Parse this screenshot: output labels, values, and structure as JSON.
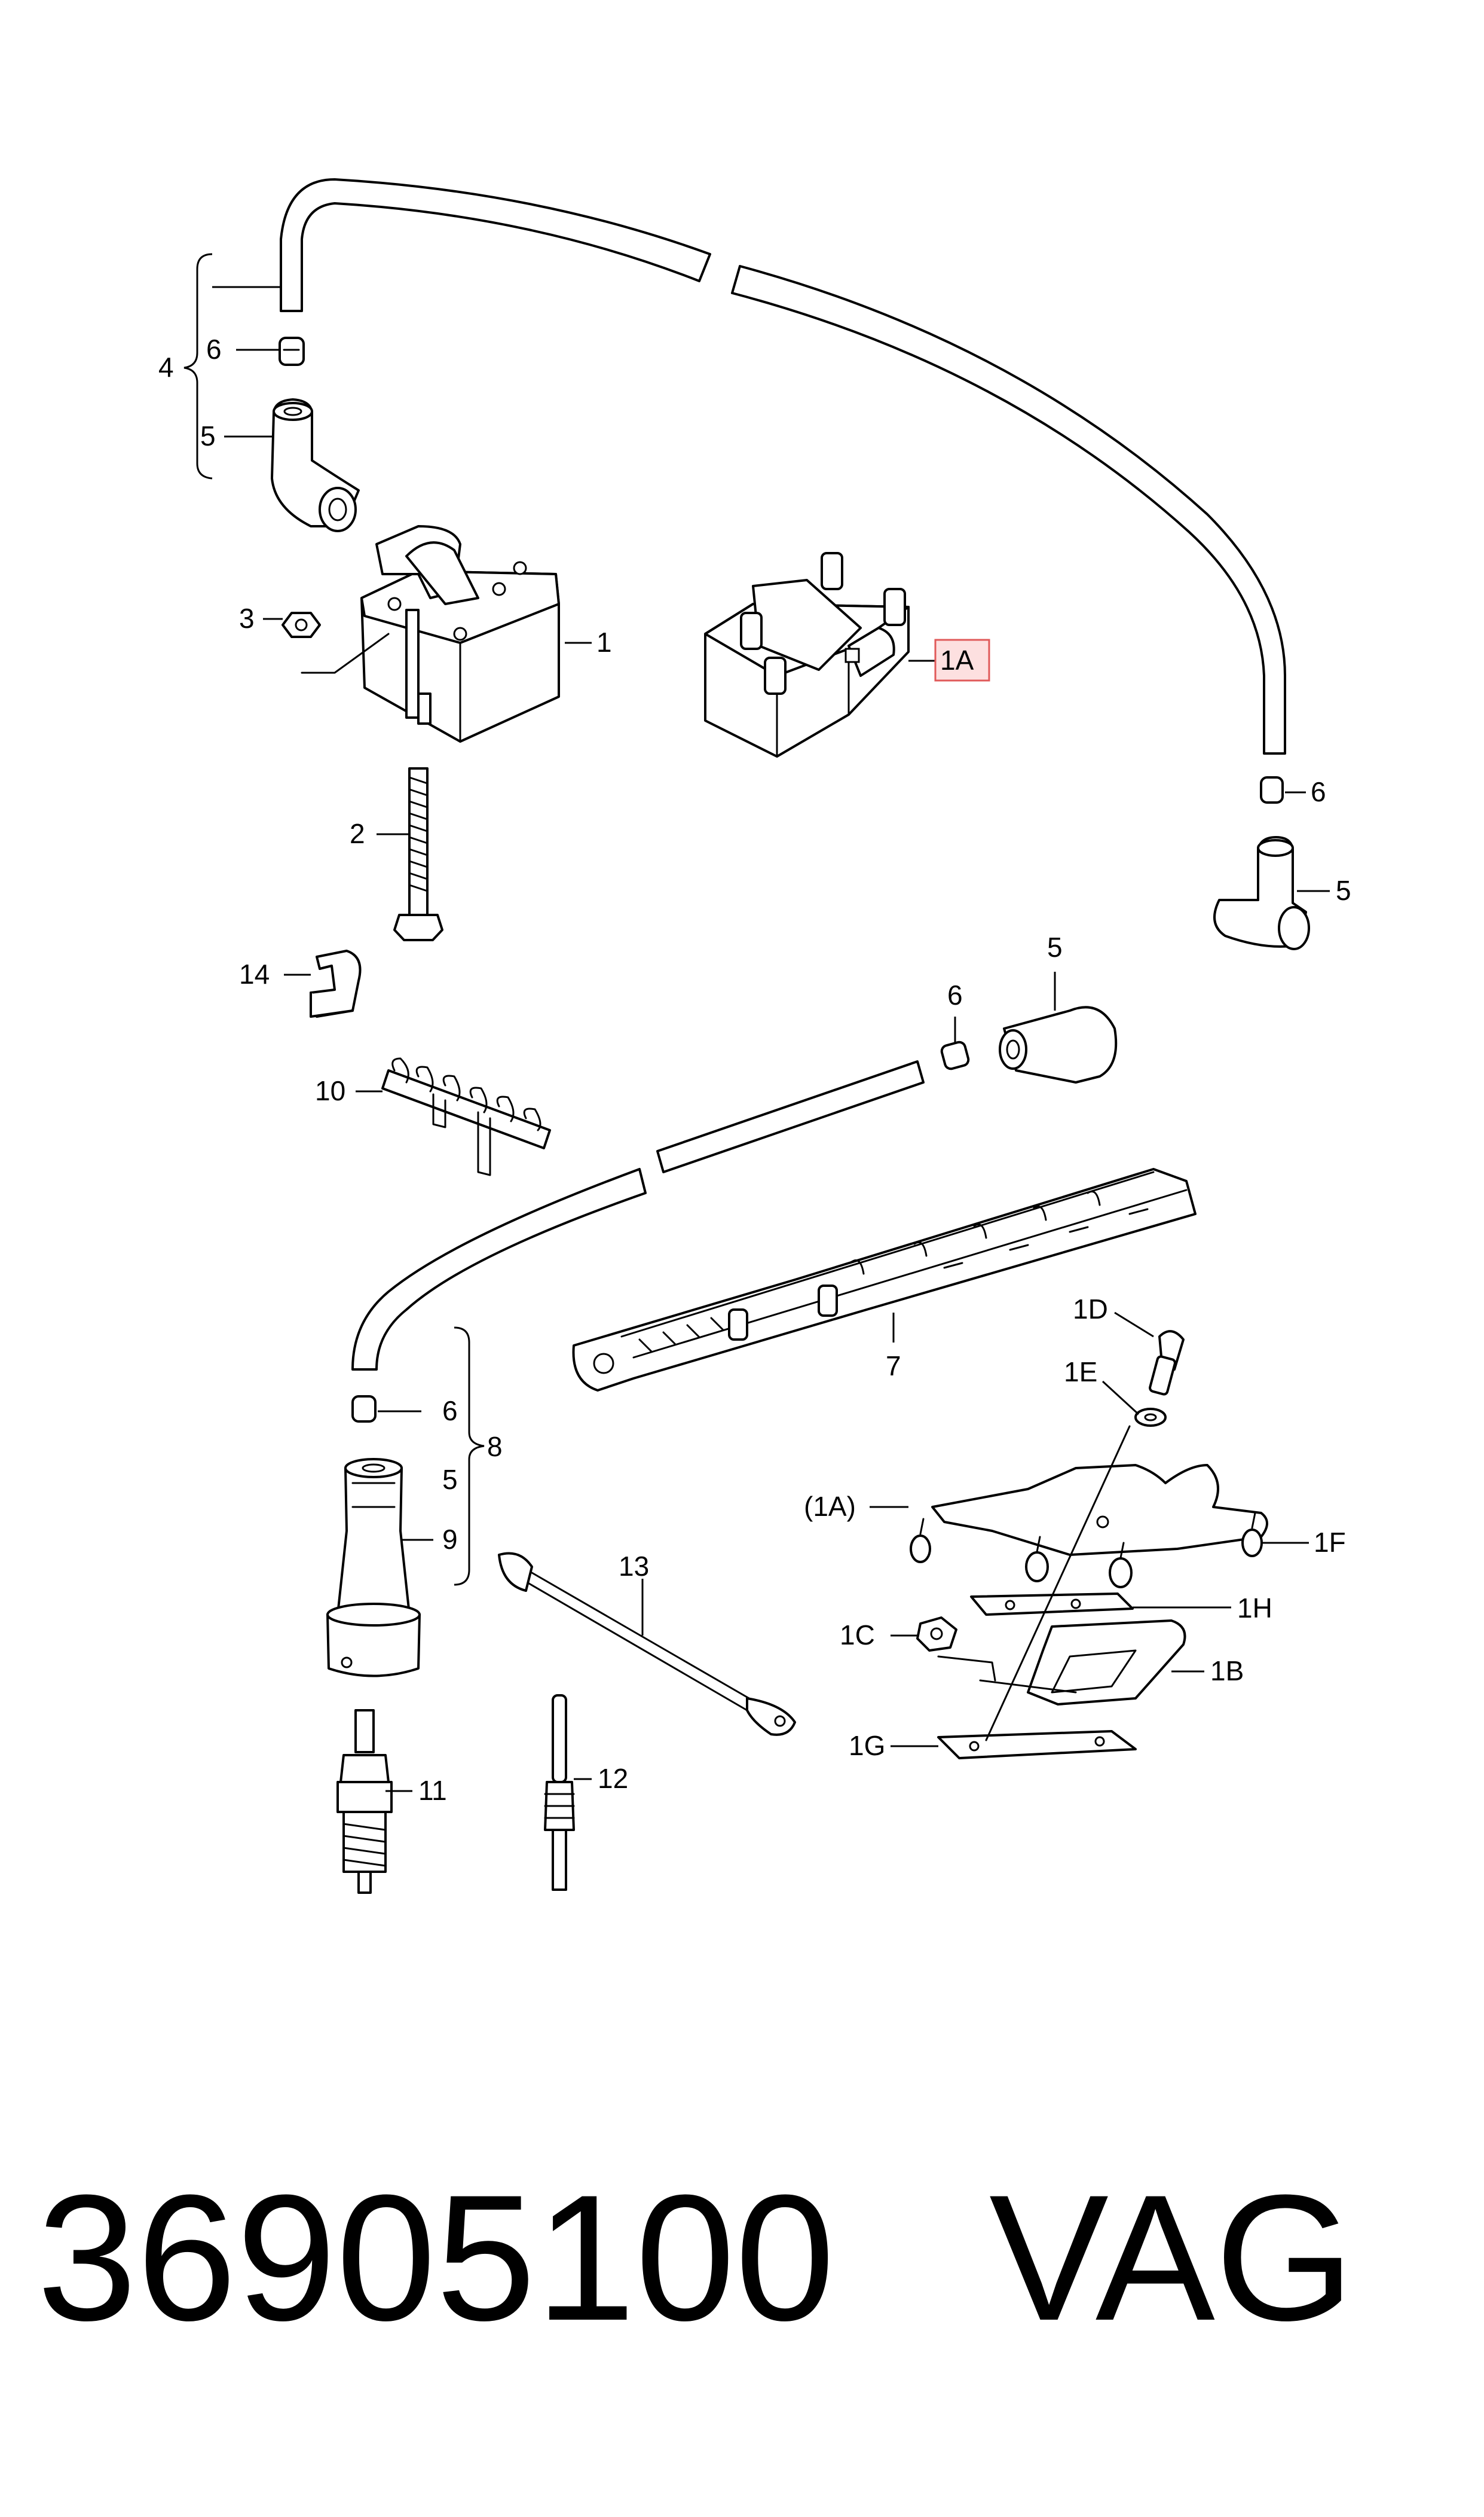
{
  "callouts": {
    "c1": "1",
    "c1a": "1A",
    "c1a_paren": "(1A)",
    "c1b": "1B",
    "c1c": "1C",
    "c1d": "1D",
    "c1e": "1E",
    "c1f": "1F",
    "c1g": "1G",
    "c1h": "1H",
    "c2": "2",
    "c3": "3",
    "c4": "4",
    "c5": "5",
    "c6": "6",
    "c7": "7",
    "c8": "8",
    "c9": "9",
    "c10": "10",
    "c11": "11",
    "c12": "12",
    "c13": "13",
    "c14": "14"
  },
  "footer": {
    "part_number": "36905100",
    "brand": "VAG"
  },
  "colors": {
    "highlight_fill": "#fde0e0",
    "highlight_border": "#e05a5a",
    "line": "#000000"
  }
}
